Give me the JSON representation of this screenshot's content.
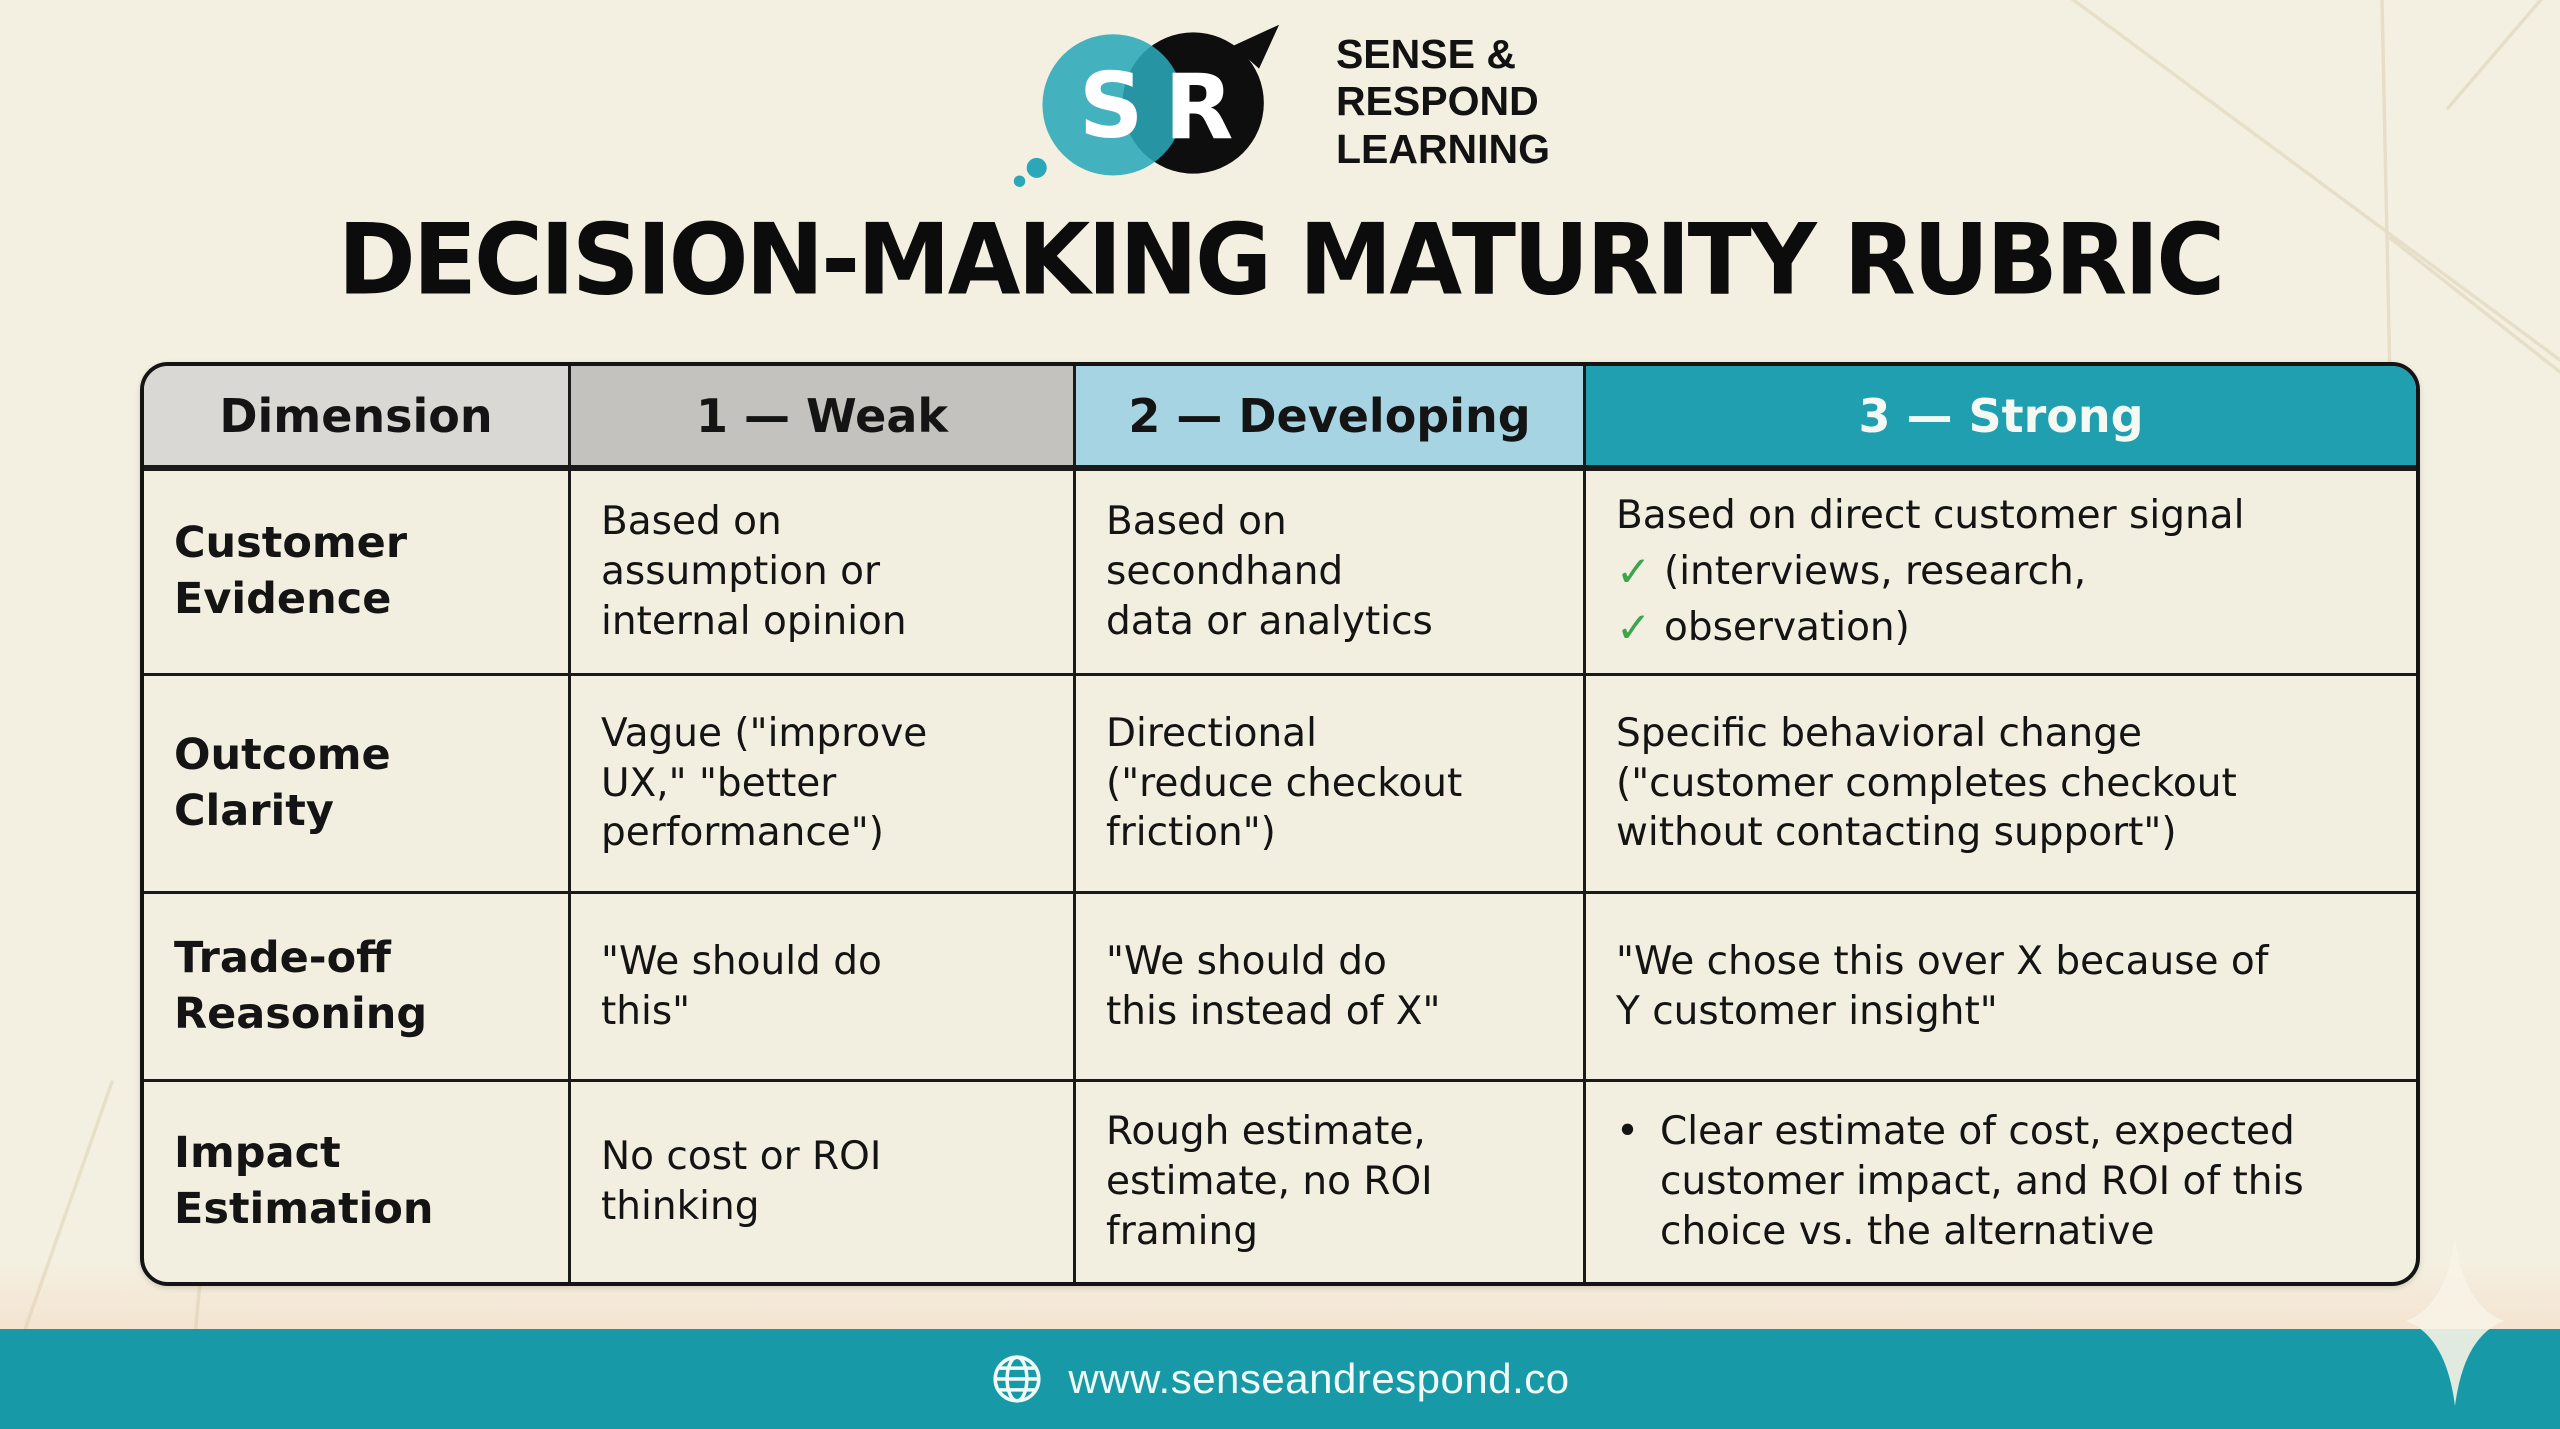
{
  "logo": {
    "mark_s": "S",
    "mark_r": "R",
    "text_lines": [
      "SENSE &",
      "RESPOND",
      "LEARNING"
    ]
  },
  "title": "DECISION-MAKING MATURITY RUBRIC",
  "icons": {
    "check": "✓",
    "bullet": "•",
    "globe": "globe-icon"
  },
  "colors": {
    "background": "#f4f0e1",
    "header_dimension": "#d9d8d4",
    "header_weak": "#c3c2bf",
    "header_developing": "#a6d4e2",
    "header_strong": "#1f9faf",
    "footer_teal": "#1899a7",
    "check_green": "#3aa54b",
    "logo_teal": "#2aa7b8",
    "logo_black": "#0e0e0e",
    "border_black": "#141414"
  },
  "table": {
    "headers": [
      {
        "label": "Dimension"
      },
      {
        "label": "1 — Weak"
      },
      {
        "label": "2 — Developing"
      },
      {
        "label": "3 — Strong"
      }
    ],
    "rows": [
      {
        "dimension": "Customer\nEvidence",
        "weak": "Based on\nassumption or\ninternal opinion",
        "developing": "Based on\nsecondhand\ndata or analytics",
        "strong": {
          "line1": "Based on direct customer signal",
          "check_line1": "(interviews, research,",
          "check_line2": "observation)"
        }
      },
      {
        "dimension": "Outcome\nClarity",
        "weak": "Vague (\"improve\nUX,\" \"better\nperformance\")",
        "developing": "Directional\n(\"reduce checkout\nfriction\")",
        "strong": {
          "text": "Specific behavioral change\n(\"customer completes checkout\nwithout contacting support\")"
        }
      },
      {
        "dimension": "Trade-off\nReasoning",
        "weak": "\"We should do\nthis\"",
        "developing": "\"We should do\nthis instead of X\"",
        "strong": {
          "text": "\"We chose this over X because of\nY customer insight\""
        }
      },
      {
        "dimension": "Impact\nEstimation",
        "weak": "No cost or ROI\nthinking",
        "developing": "Rough estimate,\nestimate, no ROI\nframing",
        "strong": {
          "text": "Clear estimate of cost, expected\ncustomer impact, and ROI of this\nchoice vs. the alternative"
        }
      }
    ]
  },
  "footer": {
    "url": "www.senseandrespond.co"
  }
}
